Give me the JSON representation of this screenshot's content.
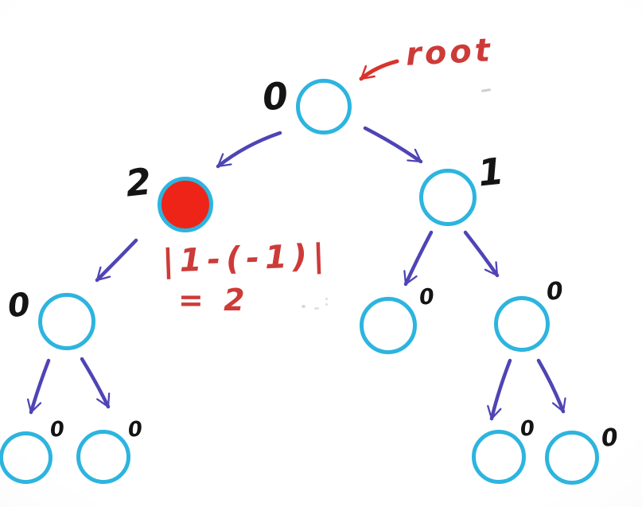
{
  "colors": {
    "node_stroke": "#2db4df",
    "highlight_fill": "#ee2418",
    "edge_arrow": "#4f44b5",
    "annotation_red": "#cd3b38",
    "pointer_red": "#d8342c",
    "label_black": "#141414"
  },
  "tree": {
    "root": {
      "label": "0"
    },
    "left": {
      "label": "2",
      "highlighted": true
    },
    "right": {
      "label": "1"
    },
    "left_left": {
      "label": "0"
    },
    "left_left_left": {
      "label": "0"
    },
    "left_left_right": {
      "label": "0"
    },
    "right_left": {
      "label": "0"
    },
    "right_right": {
      "label": "0"
    },
    "right_right_left": {
      "label": "0"
    },
    "right_right_right": {
      "label": "0"
    }
  },
  "annotations": {
    "root_pointer_label": "root",
    "formula_line1": "|1-(-1)|",
    "formula_line2": "= 2"
  }
}
